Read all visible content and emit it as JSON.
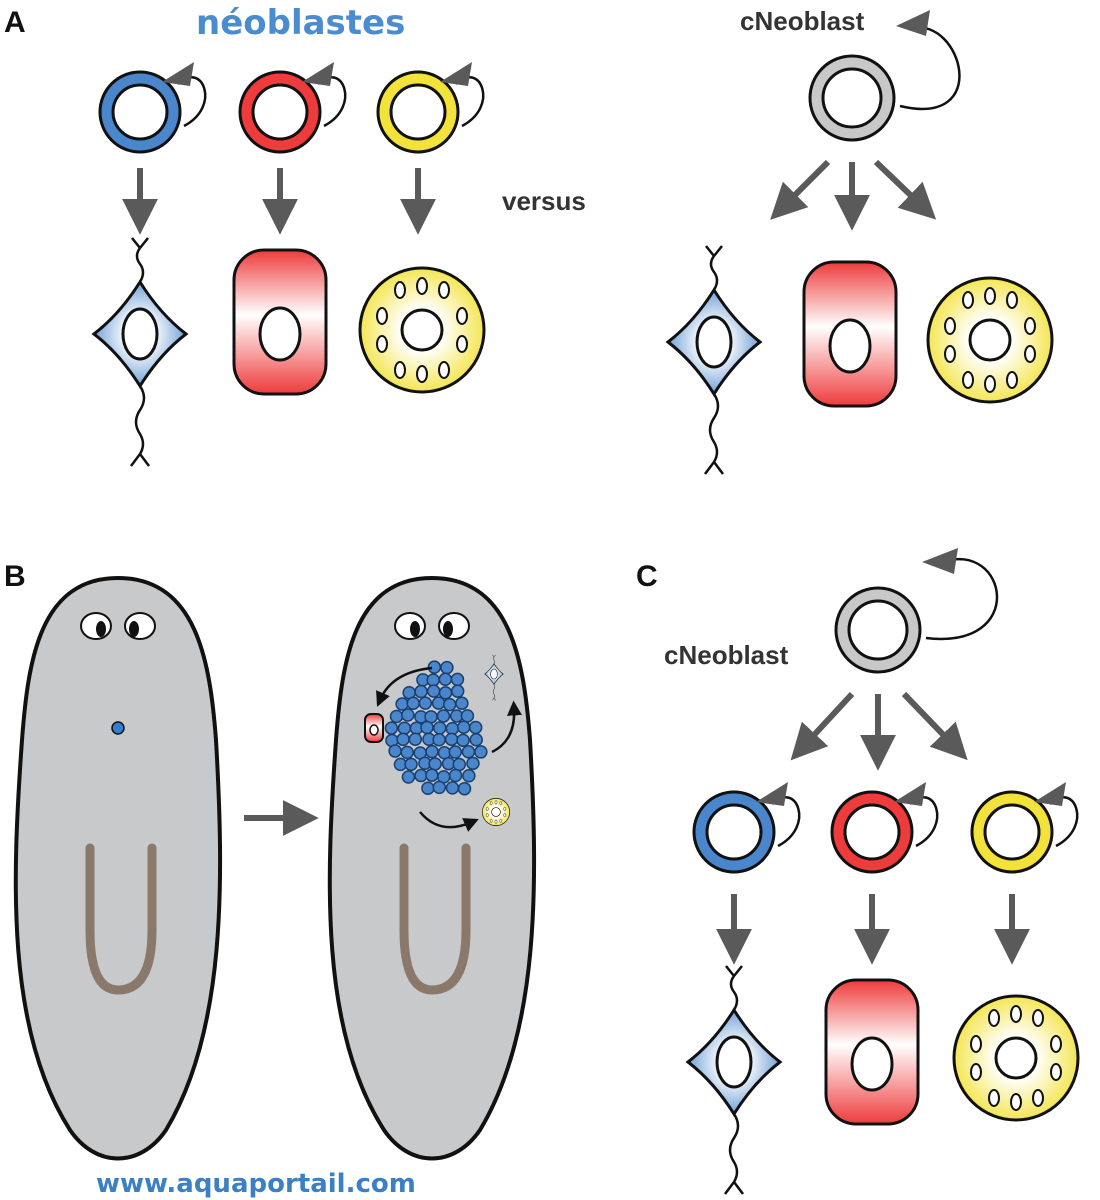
{
  "title": "néoblastes",
  "panels": {
    "a": "A",
    "b": "B",
    "c": "C"
  },
  "labels": {
    "versus": "versus",
    "cneoblast_top": "cNeoblast",
    "cneoblast_c": "cNeoblast"
  },
  "watermark": "www.aquaportail.com",
  "colors": {
    "blue": "#4a86cc",
    "red": "#ee3b3b",
    "yellow": "#f2e23a",
    "gray": "#c8c8c8",
    "arrow": "#5a5a5a",
    "body": "#c8c9cb",
    "gut": "#8a786b"
  }
}
